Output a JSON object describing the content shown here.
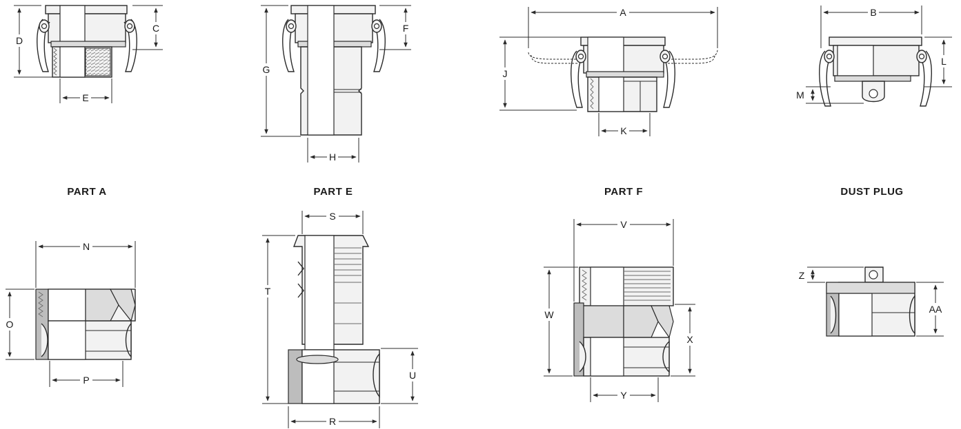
{
  "titles": {
    "part_a": "PART A",
    "part_e": "PART E",
    "part_f": "PART F",
    "dust_plug": "DUST PLUG"
  },
  "dimensions": {
    "A": "A",
    "B": "B",
    "C": "C",
    "D": "D",
    "E": "E",
    "F": "F",
    "G": "G",
    "H": "H",
    "J": "J",
    "K": "K",
    "L": "L",
    "M": "M",
    "N": "N",
    "O": "O",
    "P": "P",
    "R": "R",
    "S": "S",
    "T": "T",
    "U": "U",
    "V": "V",
    "W": "W",
    "X": "X",
    "Y": "Y",
    "Z": "Z",
    "AA": "AA"
  }
}
